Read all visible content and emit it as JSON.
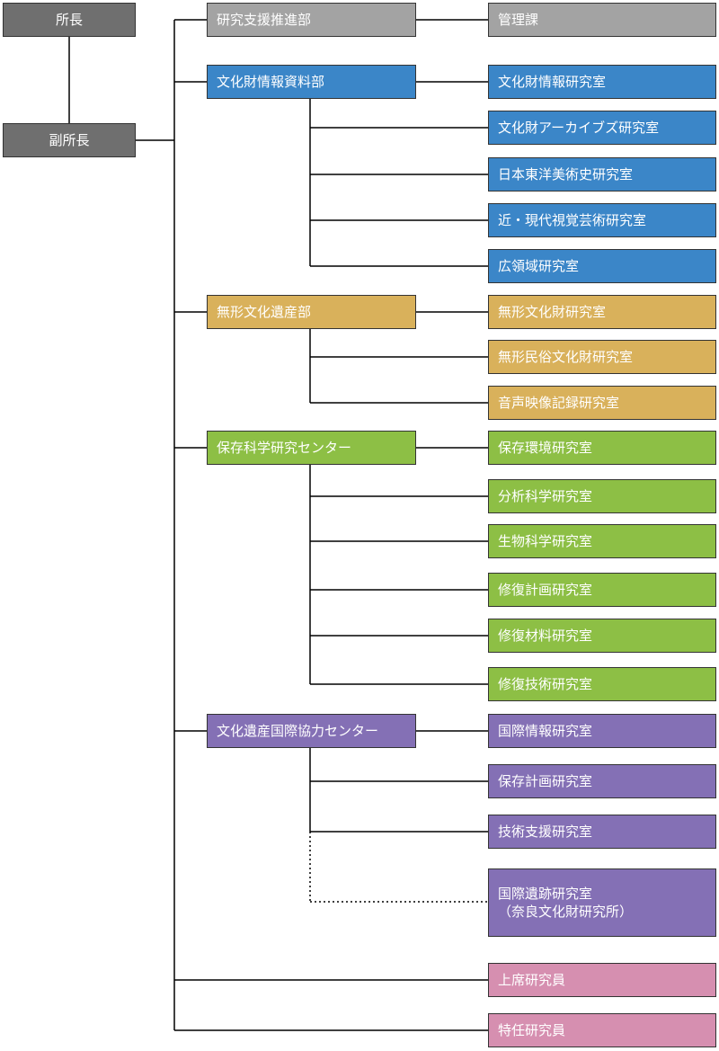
{
  "colors": {
    "executive": "#6f6f6f",
    "support": "#a3a3a3",
    "bunkazai": "#3b86c8",
    "mukei": "#d9b15b",
    "hozon": "#8dbf45",
    "kokusai": "#8470b5",
    "senior": "#d68fb0",
    "line": "#000000"
  },
  "executives": {
    "director": "所長",
    "deputy": "副所長"
  },
  "departments": [
    {
      "label": "研究支援推進部",
      "color": "support",
      "units": [
        "管理課"
      ]
    },
    {
      "label": "文化財情報資料部",
      "color": "bunkazai",
      "units": [
        "文化財情報研究室",
        "文化財アーカイブズ研究室",
        "日本東洋美術史研究室",
        "近・現代視覚芸術研究室",
        "広領域研究室"
      ]
    },
    {
      "label": "無形文化遺産部",
      "color": "mukei",
      "units": [
        "無形文化財研究室",
        "無形民俗文化財研究室",
        "音声映像記録研究室"
      ]
    },
    {
      "label": "保存科学研究センター",
      "color": "hozon",
      "units": [
        "保存環境研究室",
        "分析科学研究室",
        "生物科学研究室",
        "修復計画研究室",
        "修復材料研究室",
        "修復技術研究室"
      ]
    },
    {
      "label": "文化遺産国際協力センター",
      "color": "kokusai",
      "units": [
        "国際情報研究室",
        "保存計画研究室",
        "技術支援研究室"
      ],
      "affiliated_unit": {
        "line1": "国際遺跡研究室",
        "line2": "（奈良文化財研究所）"
      }
    }
  ],
  "staff": [
    "上席研究員",
    "特任研究員"
  ]
}
